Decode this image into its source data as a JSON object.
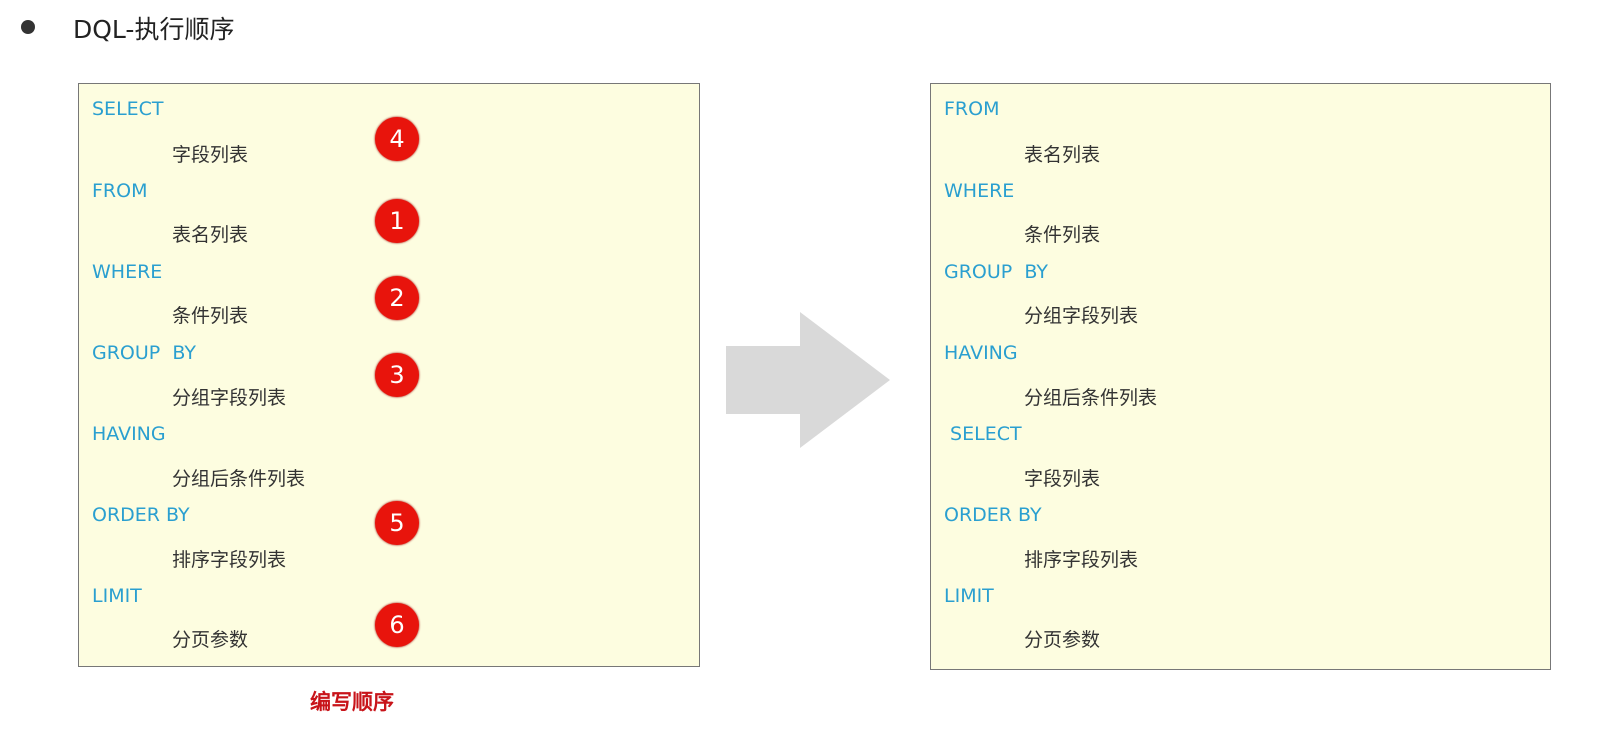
{
  "title": "DQL-执行顺序",
  "writing_order": {
    "rows": [
      {
        "keyword": "SELECT",
        "value": "字段列表",
        "badge": "4"
      },
      {
        "keyword": "FROM",
        "value": "表名列表",
        "badge": "1"
      },
      {
        "keyword": "WHERE",
        "value": "条件列表",
        "badge": "2"
      },
      {
        "keyword": "GROUP  BY",
        "value": "分组字段列表",
        "badge": "3"
      },
      {
        "keyword": "HAVING",
        "value": "分组后条件列表",
        "badge": ""
      },
      {
        "keyword": "ORDER BY",
        "value": "排序字段列表",
        "badge": "5"
      },
      {
        "keyword": "LIMIT",
        "value": "分页参数",
        "badge": "6"
      }
    ],
    "caption": "编写顺序"
  },
  "execution_order": {
    "rows": [
      {
        "keyword": "FROM",
        "value": "表名列表"
      },
      {
        "keyword": "WHERE",
        "value": "条件列表"
      },
      {
        "keyword": "GROUP  BY",
        "value": "分组字段列表"
      },
      {
        "keyword": "HAVING",
        "value": "分组后条件列表"
      },
      {
        "keyword": " SELECT",
        "value": "字段列表"
      },
      {
        "keyword": "ORDER BY",
        "value": "排序字段列表"
      },
      {
        "keyword": "LIMIT",
        "value": "分页参数"
      }
    ]
  },
  "colors": {
    "keyword": "#2a9fd0",
    "badge": "#e8140c",
    "box_bg": "#fdfde0",
    "arrow": "#d9d9d9",
    "caption": "#c8141a"
  }
}
